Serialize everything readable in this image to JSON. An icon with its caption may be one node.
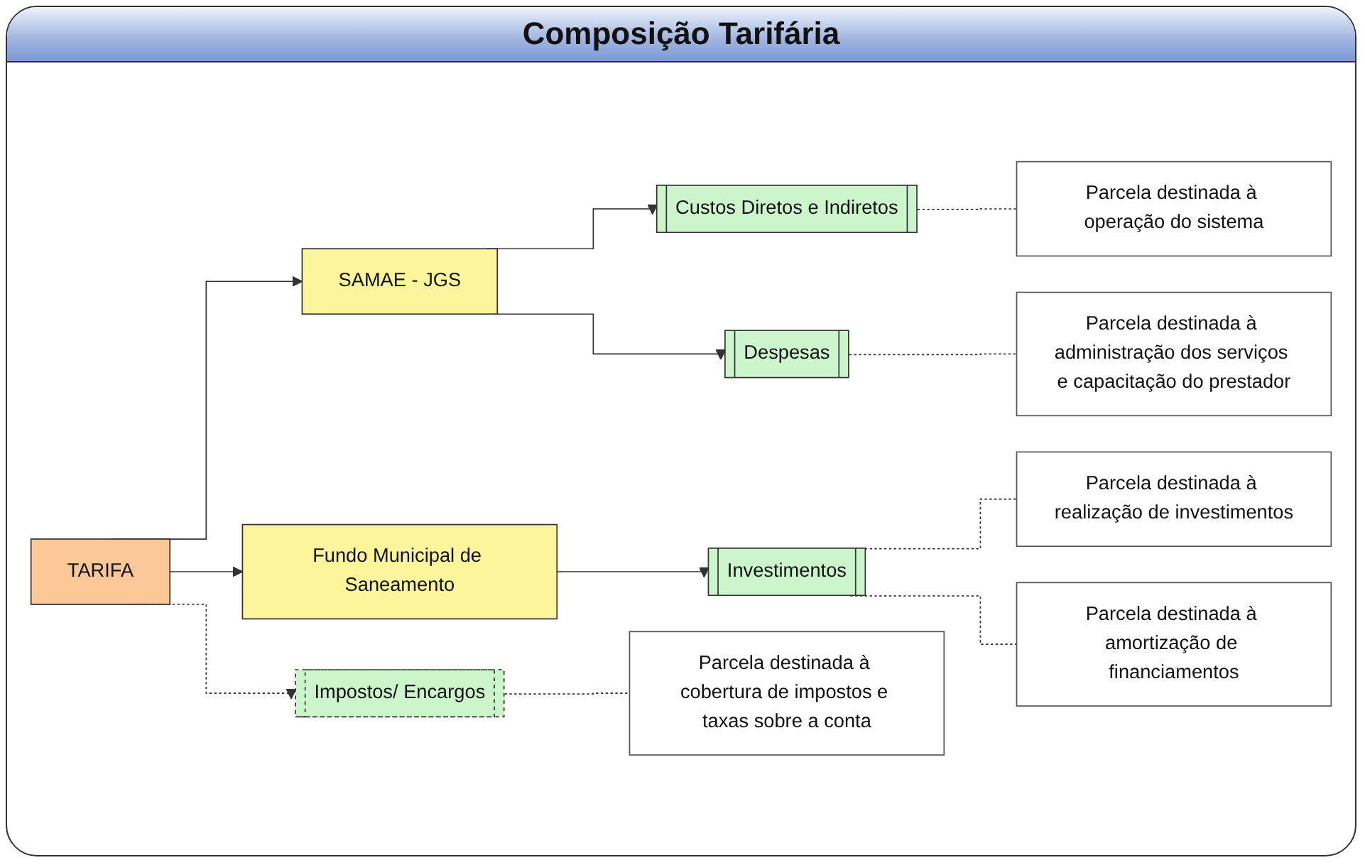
{
  "diagram": {
    "title": "Composição Tarifária",
    "nodes": [
      {
        "text": [
          "TARIFA"
        ]
      },
      {
        "text": [
          "SAMAE - JGS"
        ]
      },
      {
        "text": [
          "Fundo Municipal de Saneamento"
        ]
      },
      {
        "text": [
          "Impostos/ Encargos"
        ]
      },
      {
        "text": [
          "Custos Diretos e Indiretos"
        ]
      },
      {
        "text": [
          "Despesas"
        ]
      },
      {
        "text": [
          "Investimentos"
        ]
      },
      {
        "text": [
          "Parcela destinada à operação do sistema"
        ]
      },
      {
        "text": [
          "Parcela destinada à administração dos serviços e capacitação do prestador"
        ]
      },
      {
        "text": [
          "Parcela destinada à realização de investimentos"
        ]
      },
      {
        "text": [
          "Parcela destinada à amortização de financiamentos"
        ]
      },
      {
        "text": [
          "Parcela destinada à cobertura de impostos e taxas sobre a conta"
        ]
      }
    ],
    "edges": [
      {
        "from": 0,
        "to": 1,
        "arrow": "to"
      },
      {
        "from": 0,
        "to": 2,
        "arrow": "to"
      },
      {
        "from": 0,
        "to": 3,
        "arrow": "to",
        "style": "dashed"
      },
      {
        "from": 1,
        "to": 4,
        "arrow": "to"
      },
      {
        "from": 1,
        "to": 5,
        "arrow": "to"
      },
      {
        "from": 2,
        "to": 6,
        "arrow": "to"
      },
      {
        "from": 4,
        "to": 7,
        "arrow": "none",
        "style": "dashed"
      },
      {
        "from": 5,
        "to": 8,
        "arrow": "none",
        "style": "dashed"
      },
      {
        "from": 6,
        "to": 9,
        "arrow": "none",
        "style": "dashed"
      },
      {
        "from": 6,
        "to": 10,
        "arrow": "none",
        "style": "dashed"
      },
      {
        "from": 3,
        "to": 11,
        "arrow": "none",
        "style": "dashed"
      }
    ]
  }
}
